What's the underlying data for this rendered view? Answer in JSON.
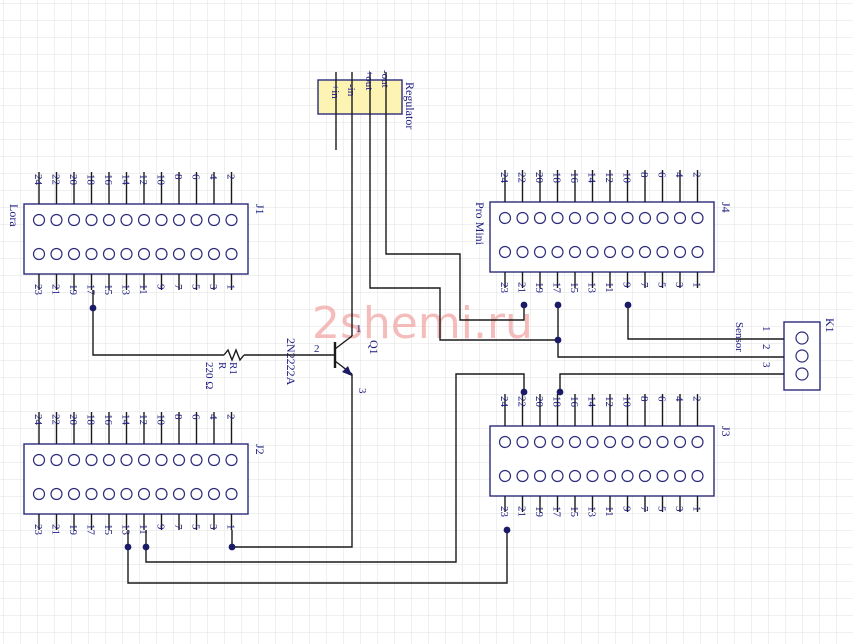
{
  "watermark": "2shemi.ru",
  "regulator": {
    "ref": "Regulator",
    "pins": [
      "+in",
      "-in",
      "+out",
      "-out"
    ]
  },
  "headers": [
    {
      "ref": "J1",
      "name": "Lora",
      "top_pins": [
        "24",
        "22",
        "20",
        "18",
        "16",
        "14",
        "12",
        "10",
        "8",
        "6",
        "4",
        "2"
      ],
      "bottom_pins": [
        "23",
        "21",
        "19",
        "17",
        "15",
        "13",
        "11",
        "9",
        "7",
        "5",
        "3",
        "1"
      ]
    },
    {
      "ref": "J2",
      "name": "",
      "top_pins": [
        "24",
        "22",
        "20",
        "18",
        "16",
        "14",
        "12",
        "10",
        "8",
        "6",
        "4",
        "2"
      ],
      "bottom_pins": [
        "23",
        "21",
        "19",
        "17",
        "15",
        "13",
        "11",
        "9",
        "7",
        "5",
        "3",
        "1"
      ]
    },
    {
      "ref": "J4",
      "name": "Pro Mini",
      "top_pins": [
        "24",
        "22",
        "20",
        "18",
        "16",
        "14",
        "12",
        "10",
        "8",
        "6",
        "4",
        "2"
      ],
      "bottom_pins": [
        "23",
        "21",
        "19",
        "17",
        "15",
        "13",
        "11",
        "9",
        "7",
        "5",
        "3",
        "1"
      ]
    },
    {
      "ref": "J3",
      "name": "",
      "top_pins": [
        "24",
        "22",
        "20",
        "18",
        "16",
        "14",
        "12",
        "10",
        "8",
        "6",
        "4",
        "2"
      ],
      "bottom_pins": [
        "23",
        "21",
        "19",
        "17",
        "15",
        "13",
        "11",
        "9",
        "7",
        "5",
        "3",
        "1"
      ]
    }
  ],
  "resistor": {
    "ref": "R1",
    "type": "R",
    "value": "220 Ω"
  },
  "transistor": {
    "ref": "Q1",
    "part": "2N2222A",
    "pins": [
      "1",
      "2",
      "3"
    ]
  },
  "sensor": {
    "ref": "K1",
    "name": "Sensor",
    "pins": [
      "1",
      "2",
      "3"
    ]
  }
}
